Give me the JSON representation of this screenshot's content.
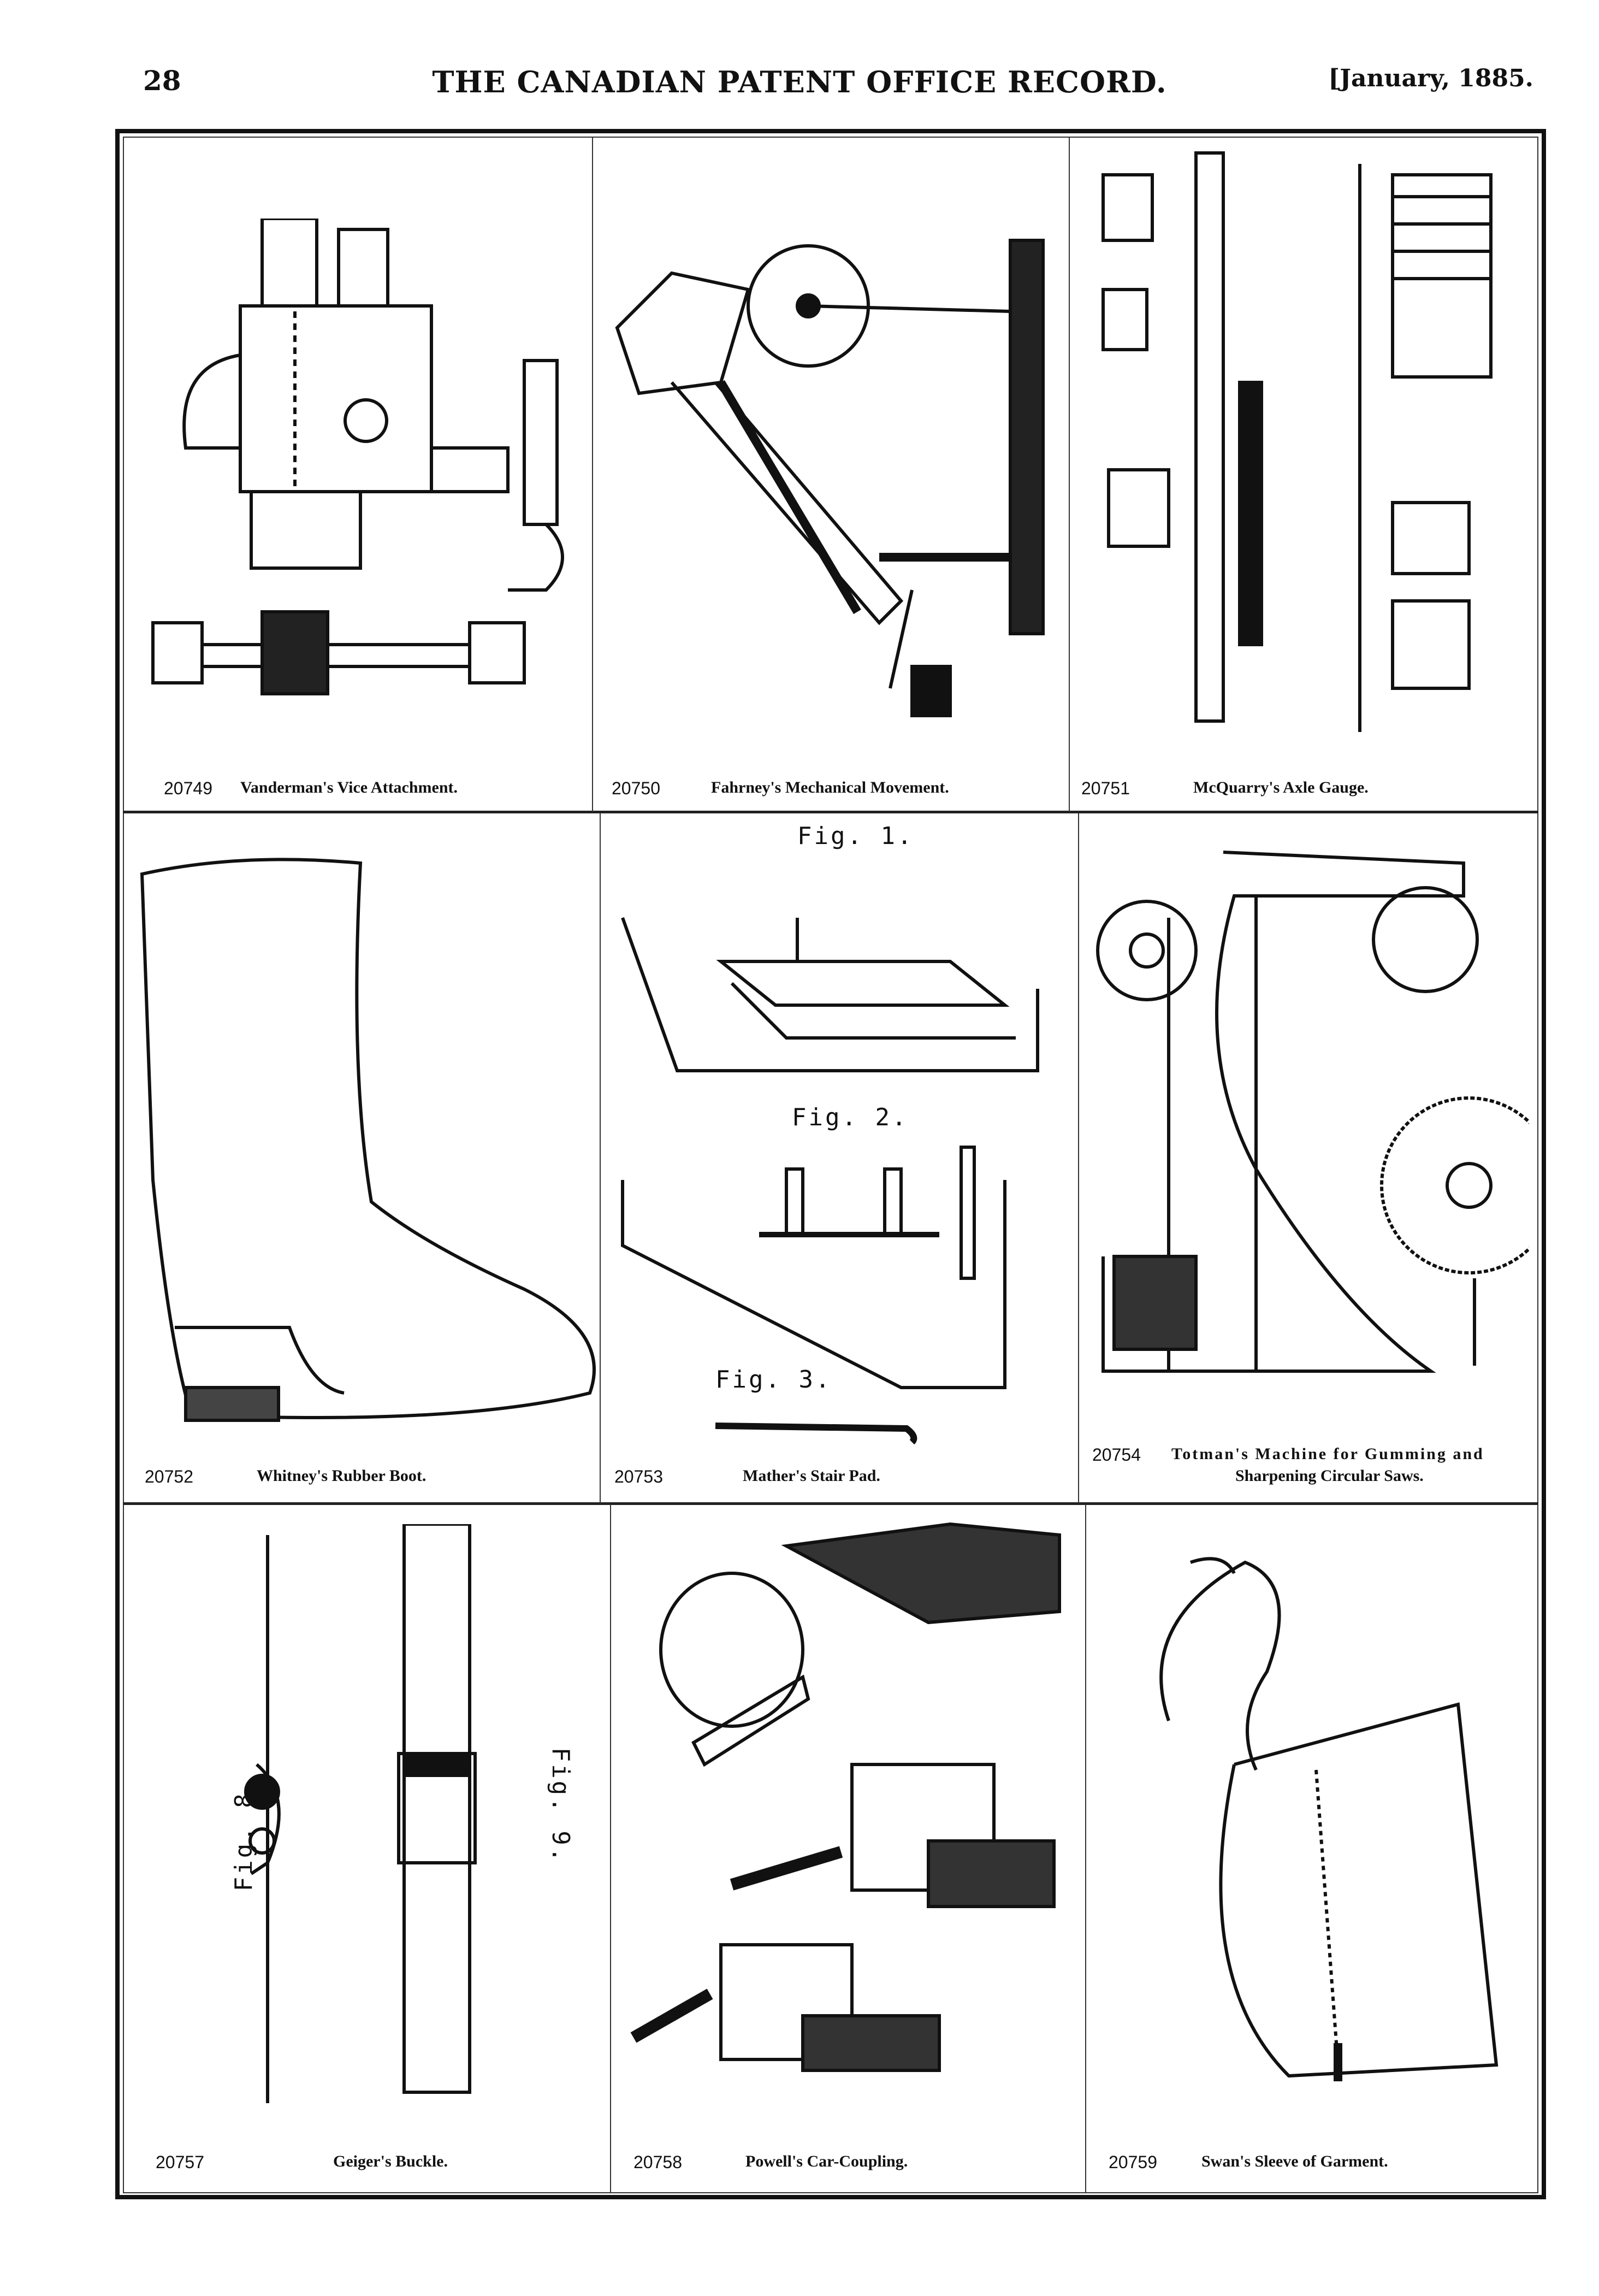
{
  "header": {
    "page_number": "28",
    "title": "THE CANADIAN PATENT OFFICE RECORD.",
    "date": "[January, 1885."
  },
  "patents": [
    {
      "number": "20749",
      "title": "Vanderman's Vice Attachment."
    },
    {
      "number": "20750",
      "title": "Fahrney's Mechanical Movement."
    },
    {
      "number": "20751",
      "title": "McQuarry's Axle Gauge."
    },
    {
      "number": "20752",
      "title": "Whitney's Rubber Boot."
    },
    {
      "number": "20753",
      "title": "Mather's Stair Pad."
    },
    {
      "number": "20754",
      "title": "Totman's Machine for Gumming and",
      "title_line2": "Sharpening Circular Saws."
    },
    {
      "number": "20757",
      "title": "Geiger's Buckle."
    },
    {
      "number": "20758",
      "title": "Powell's Car-Coupling."
    },
    {
      "number": "20759",
      "title": "Swan's Sleeve of Garment."
    }
  ],
  "figure_labels": {
    "stair_fig1": "Fig. 1.",
    "stair_fig2": "Fig. 2.",
    "stair_fig3": "Fig. 3.",
    "buckle_fig8": "Fig. 8.",
    "buckle_fig9": "Fig. 9."
  }
}
